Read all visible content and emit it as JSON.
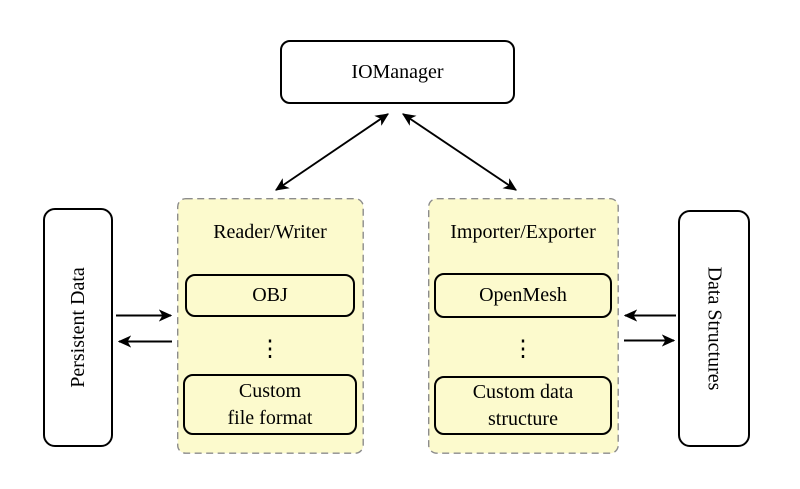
{
  "diagram": {
    "iomanager": {
      "label": "IOManager"
    },
    "persistent_data": {
      "label": "Persistent Data"
    },
    "data_structures": {
      "label": "Data Structures"
    },
    "reader_writer": {
      "title": "Reader/Writer",
      "top_item": "OBJ",
      "dots": "⋮",
      "bottom_item_line1": "Custom",
      "bottom_item_line2": "file format"
    },
    "importer_exporter": {
      "title": "Importer/Exporter",
      "top_item": "OpenMesh",
      "dots": "⋮",
      "bottom_item_line1": "Custom data",
      "bottom_item_line2": "structure"
    }
  },
  "colors": {
    "background": "#FFFFFF",
    "group_fill": "#FCFACD",
    "group_border": "#8C8C8C",
    "node_border": "#000000",
    "arrow": "#000000"
  }
}
